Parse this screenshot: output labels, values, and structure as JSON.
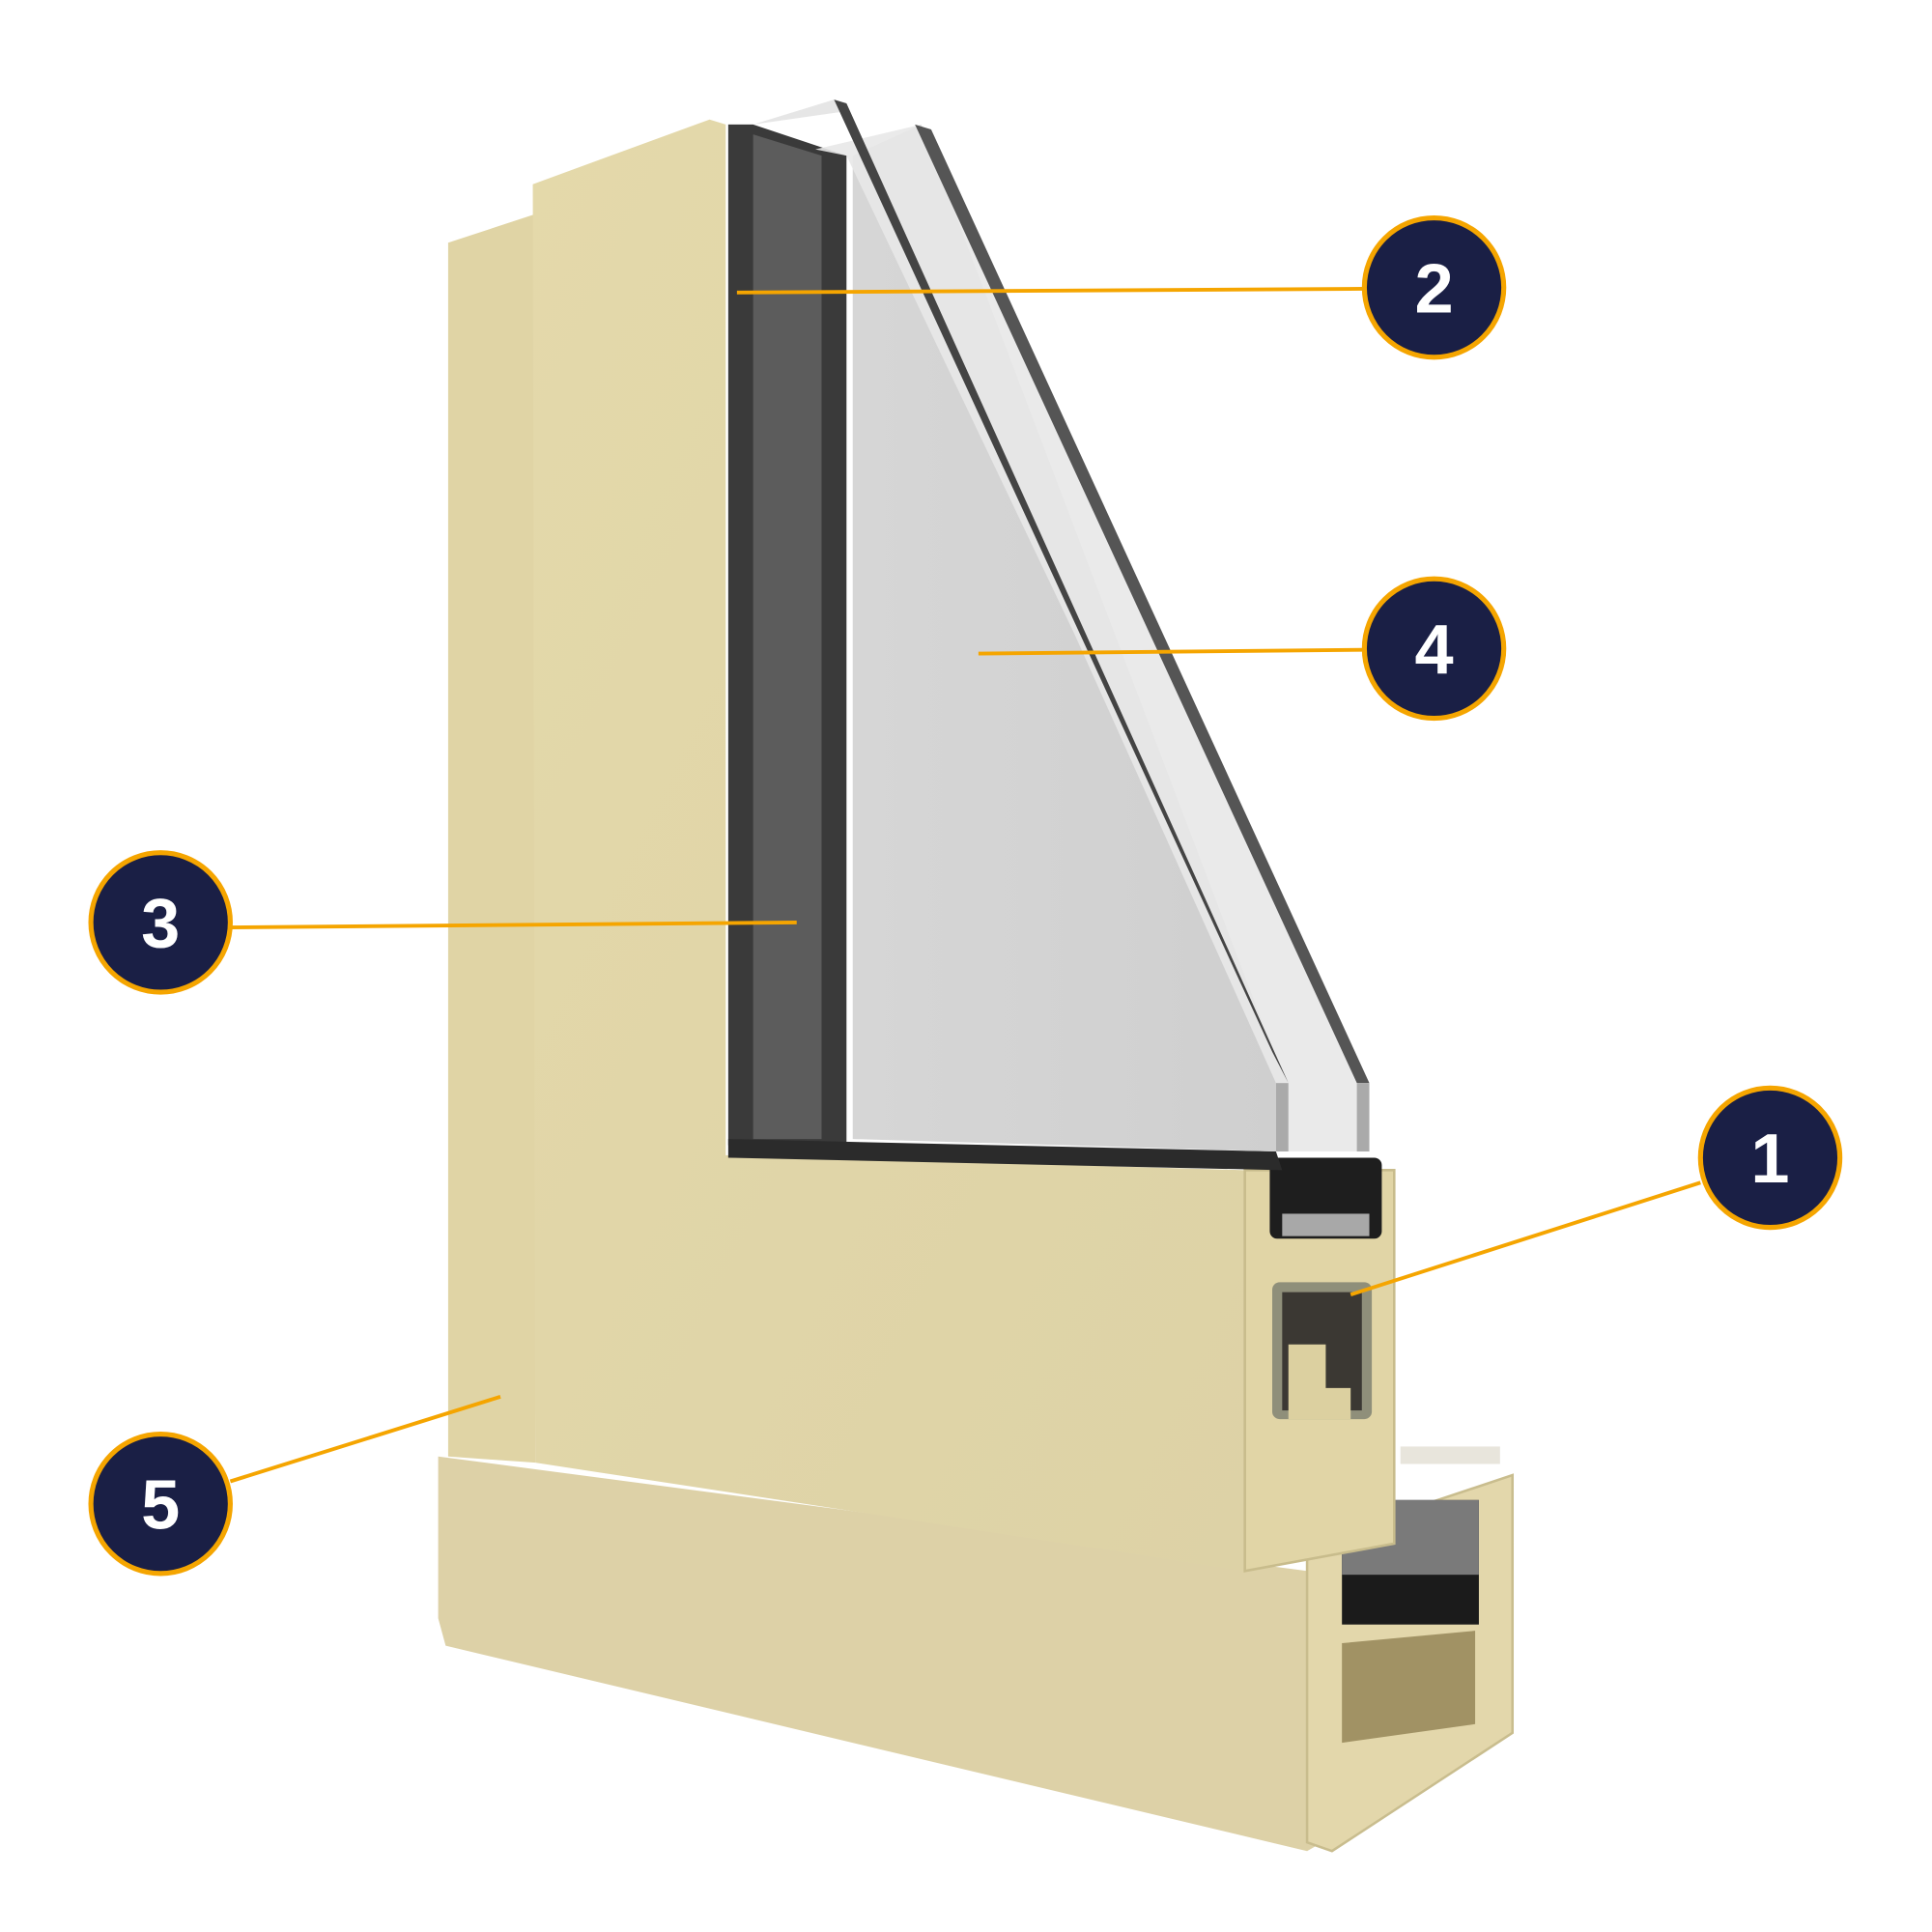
{
  "diagram": {
    "subject": "window-frame-cross-section",
    "colors": {
      "callout_fill": "#1a1f45",
      "callout_stroke": "#f5a500",
      "leader": "#f5a500",
      "profile": "#e2d7a8"
    },
    "callouts": [
      {
        "label": "1"
      },
      {
        "label": "2"
      },
      {
        "label": "3"
      },
      {
        "label": "4"
      },
      {
        "label": "5"
      }
    ]
  }
}
